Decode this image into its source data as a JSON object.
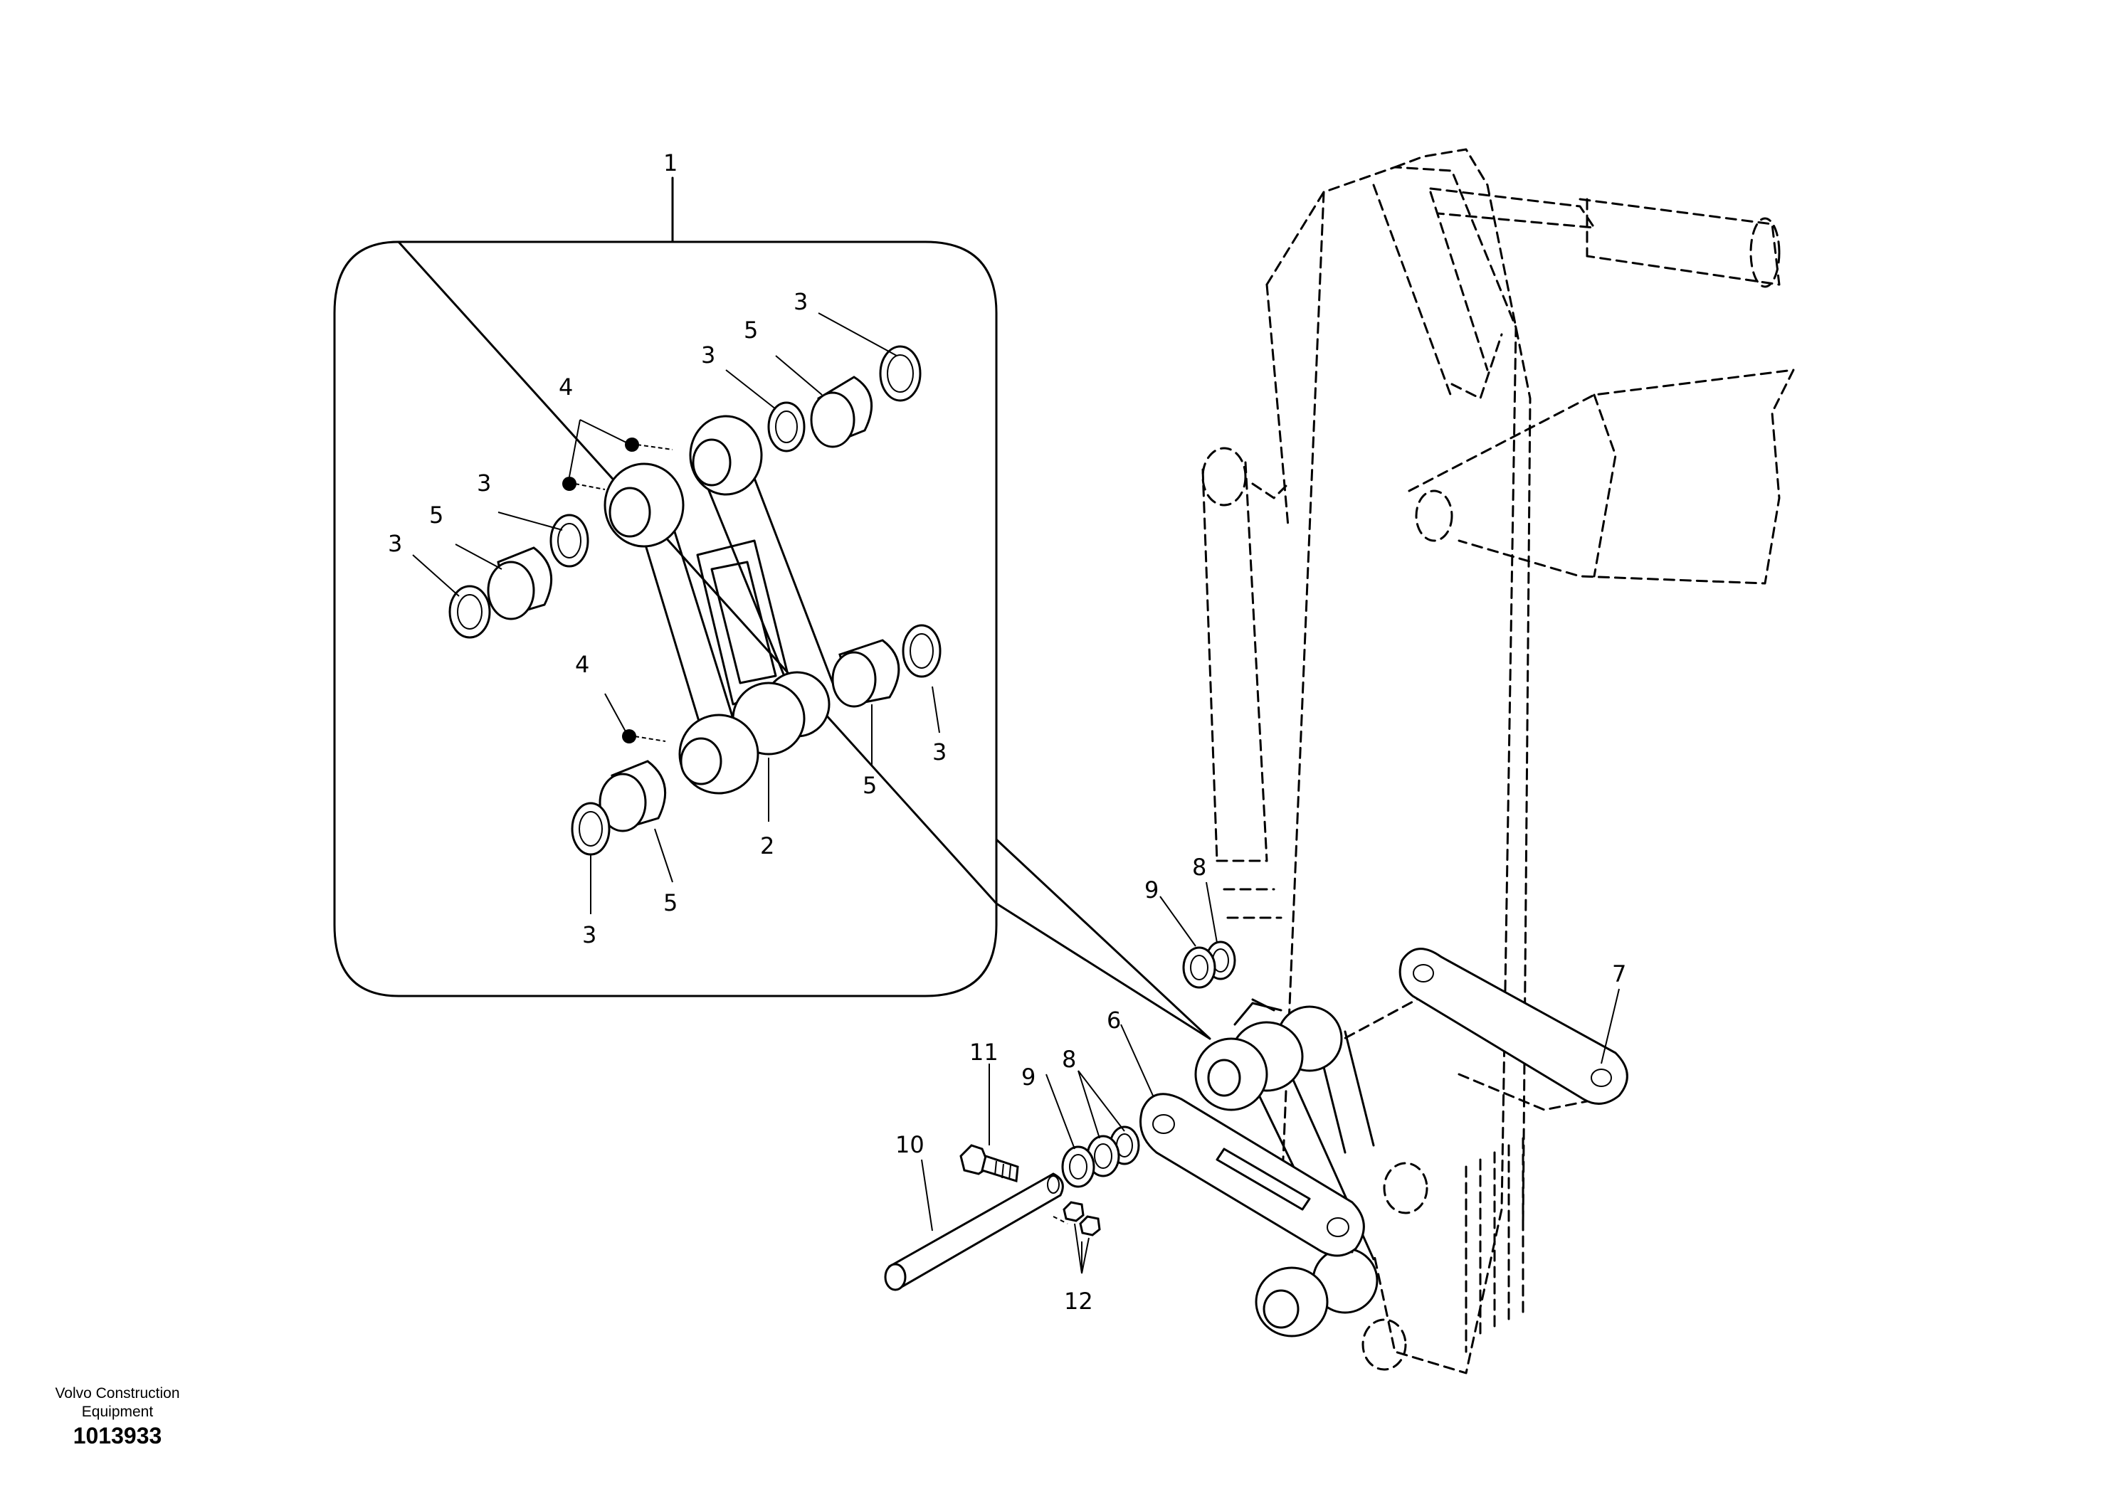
{
  "footer": {
    "company": "Volvo Construction\nEquipment",
    "drawing_number": "1013933"
  },
  "callouts": {
    "c1": "1",
    "c2": "2",
    "c3a": "3",
    "c3b": "3",
    "c3c": "3",
    "c3d": "3",
    "c3e": "3",
    "c3f": "3",
    "c4a": "4",
    "c4b": "4",
    "c5a": "5",
    "c5b": "5",
    "c5c": "5",
    "c5d": "5",
    "c6": "6",
    "c7": "7",
    "c8a": "8",
    "c8b": "8",
    "c9a": "9",
    "c9b": "9",
    "c10": "10",
    "c11": "11",
    "c12": "12"
  }
}
